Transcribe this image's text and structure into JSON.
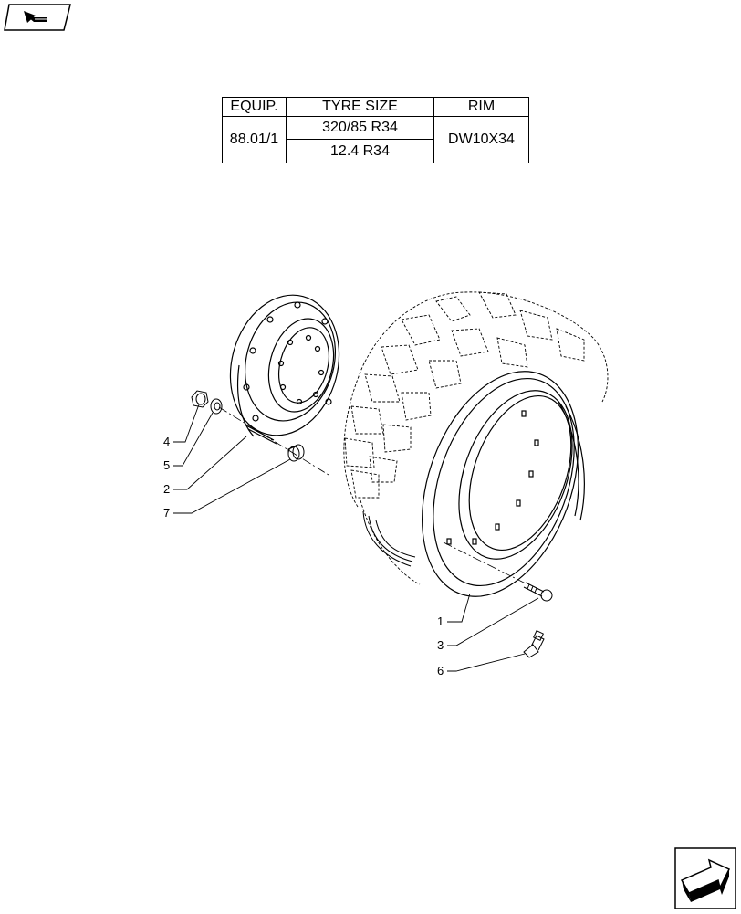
{
  "table": {
    "headers": [
      "EQUIP.",
      "TYRE SIZE",
      "RIM"
    ],
    "equip": "88.01/1",
    "tyre_sizes": [
      "320/85 R34",
      "12.4 R34"
    ],
    "rim": "DW10X34"
  },
  "callouts": [
    {
      "label": "4"
    },
    {
      "label": "5"
    },
    {
      "label": "2"
    },
    {
      "label": "7"
    },
    {
      "label": "1"
    },
    {
      "label": "3"
    },
    {
      "label": "6"
    }
  ]
}
